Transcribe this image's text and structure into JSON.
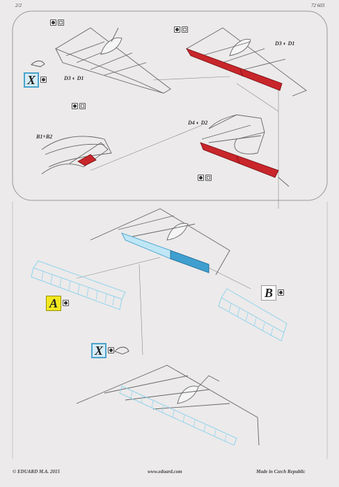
{
  "header": {
    "page_number": "2/2",
    "kit_number": "72 603"
  },
  "steps": {
    "x_label": "X",
    "a_label": "A",
    "b_label": "B",
    "flap_closed_refs": "D3 ◐ D1",
    "flap_red_refs": "D3 ◐ D1",
    "flap_lowered_refs": "D4 ◐ D2",
    "fold_refs": "B1+B2"
  },
  "footer": {
    "copyright": "© EDUARD  M.A. 2015",
    "website": "www.eduard.com",
    "origin": "Made in Czech Republic"
  },
  "colors": {
    "etch_red": "#c8262b",
    "etch_blue_dark": "#3f9fcf",
    "etch_blue_light": "#bfe6f5",
    "blueprint_line": "#8fd3ee",
    "label_a_yellow": "#f2e81e"
  },
  "icons": [
    "bend-icon",
    "fold-icon",
    "cut-icon"
  ]
}
